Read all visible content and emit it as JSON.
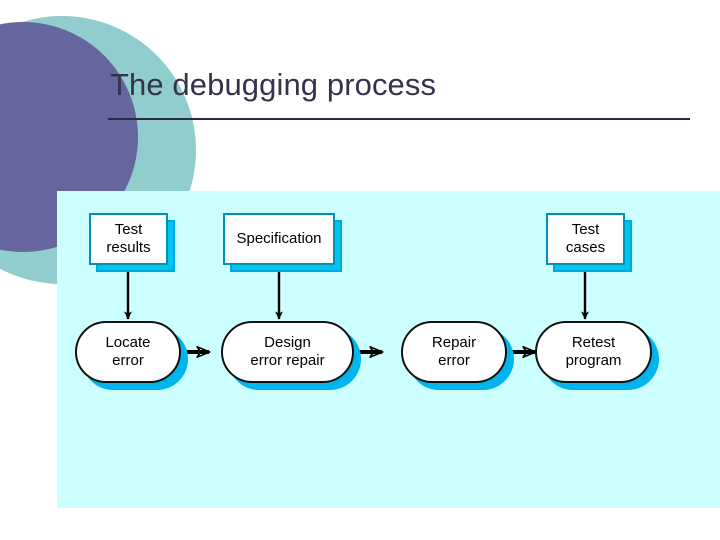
{
  "slide": {
    "title": "The debugging process",
    "title_color": "#33334d",
    "panel_color": "#ccffff",
    "decor": {
      "purple_circle_color": "#66669e",
      "teal_circle_color": "#92cdcd"
    }
  },
  "diagram": {
    "input_boxes": [
      {
        "id": "test-results",
        "line1": "Test",
        "line2": "results"
      },
      {
        "id": "specification",
        "line1": "Specification",
        "line2": ""
      },
      {
        "id": "test-cases",
        "line1": "Test",
        "line2": "cases"
      }
    ],
    "process_nodes": [
      {
        "id": "locate-error",
        "line1": "Locate",
        "line2": "error"
      },
      {
        "id": "design-error-repair",
        "line1": "Design",
        "line2": "error repair"
      },
      {
        "id": "repair-error",
        "line1": "Repair",
        "line2": "error"
      },
      {
        "id": "retest-program",
        "line1": "Retest",
        "line2": "program"
      }
    ],
    "flow_arrows": [
      {
        "from": "test-results",
        "to": "locate-error",
        "orientation": "vertical"
      },
      {
        "from": "specification",
        "to": "design-error-repair",
        "orientation": "vertical"
      },
      {
        "from": "test-cases",
        "to": "retest-program",
        "orientation": "vertical"
      },
      {
        "from": "locate-error",
        "to": "design-error-repair",
        "orientation": "horizontal"
      },
      {
        "from": "design-error-repair",
        "to": "repair-error",
        "orientation": "horizontal"
      },
      {
        "from": "repair-error",
        "to": "retest-program",
        "orientation": "horizontal"
      }
    ]
  }
}
